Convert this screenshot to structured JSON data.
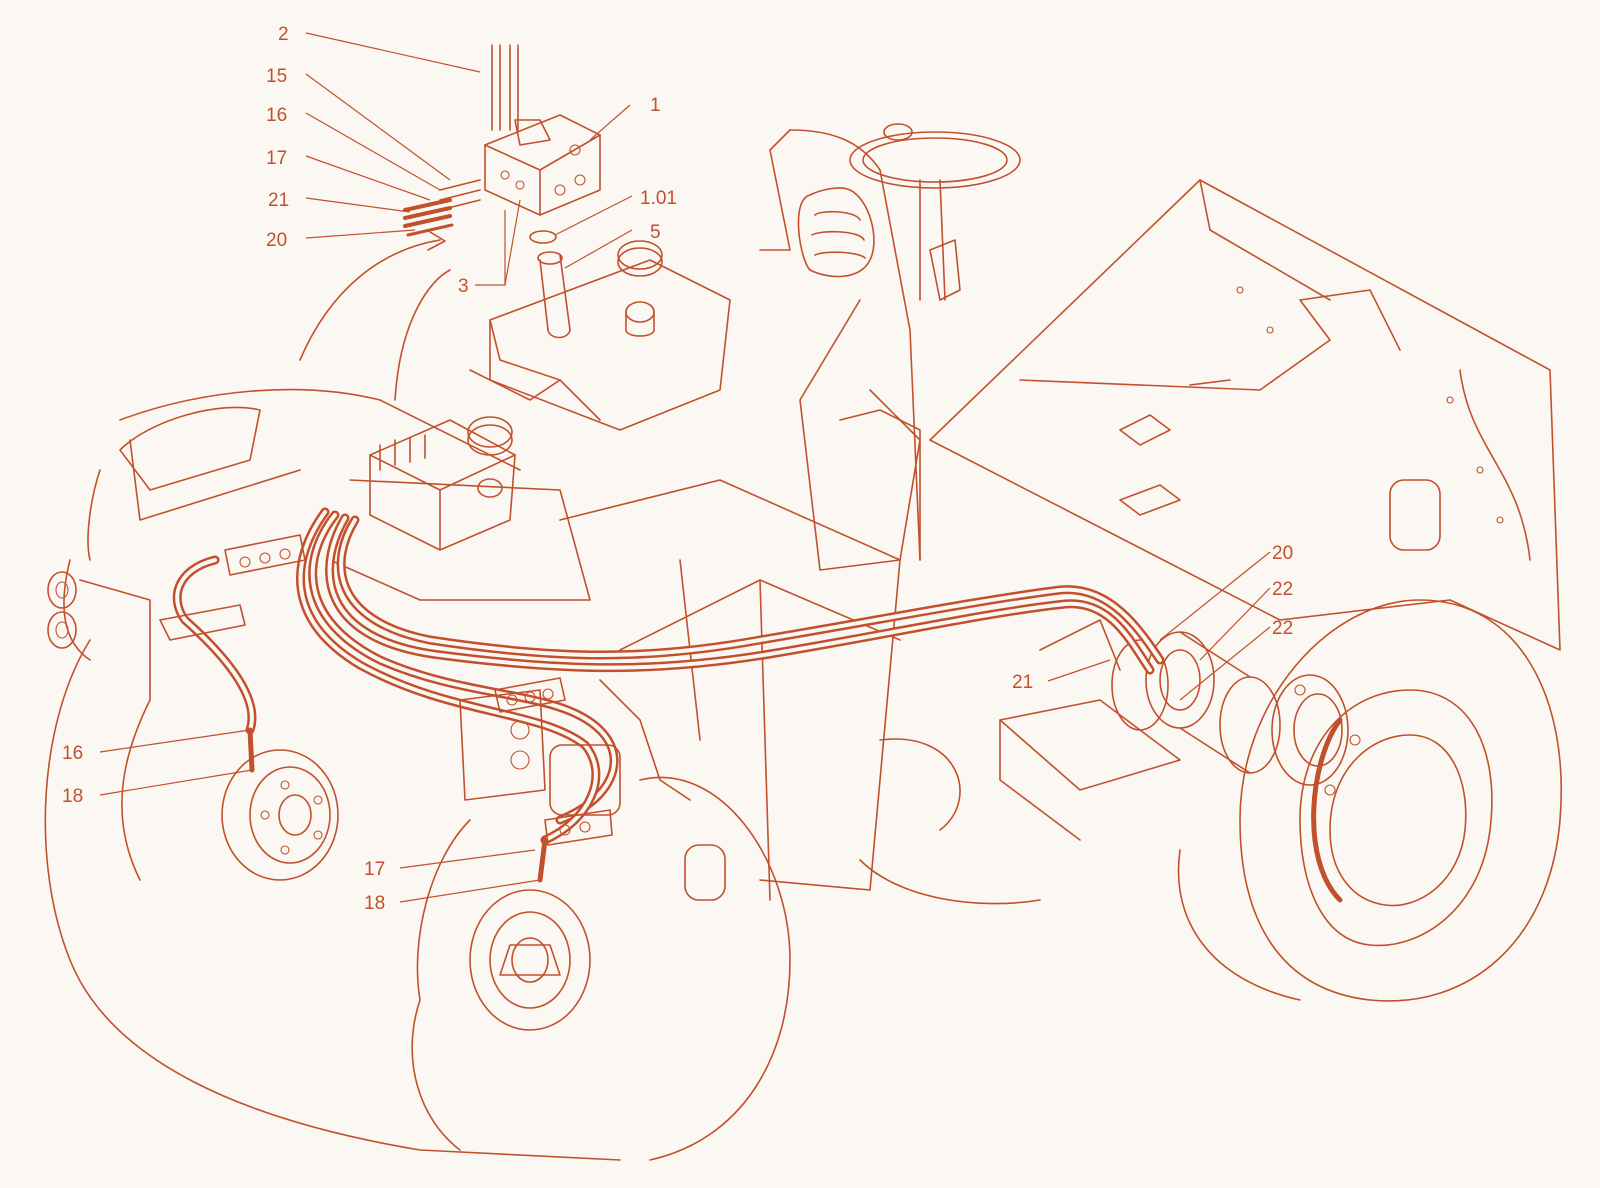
{
  "diagram": {
    "colors": {
      "line": "#c2502c",
      "background": "#fbf8f4"
    },
    "callouts": [
      {
        "id": "c2",
        "text": "2"
      },
      {
        "id": "c15",
        "text": "15"
      },
      {
        "id": "c16a",
        "text": "16"
      },
      {
        "id": "c17a",
        "text": "17"
      },
      {
        "id": "c21a",
        "text": "21"
      },
      {
        "id": "c20a",
        "text": "20"
      },
      {
        "id": "c3",
        "text": "3"
      },
      {
        "id": "c1",
        "text": "1"
      },
      {
        "id": "c101",
        "text": "1.01"
      },
      {
        "id": "c5",
        "text": "5"
      },
      {
        "id": "c20b",
        "text": "20"
      },
      {
        "id": "c22a",
        "text": "22"
      },
      {
        "id": "c22b",
        "text": "22"
      },
      {
        "id": "c21b",
        "text": "21"
      },
      {
        "id": "c16b",
        "text": "16"
      },
      {
        "id": "c18a",
        "text": "18"
      },
      {
        "id": "c17b",
        "text": "17"
      },
      {
        "id": "c18b",
        "text": "18"
      }
    ]
  }
}
